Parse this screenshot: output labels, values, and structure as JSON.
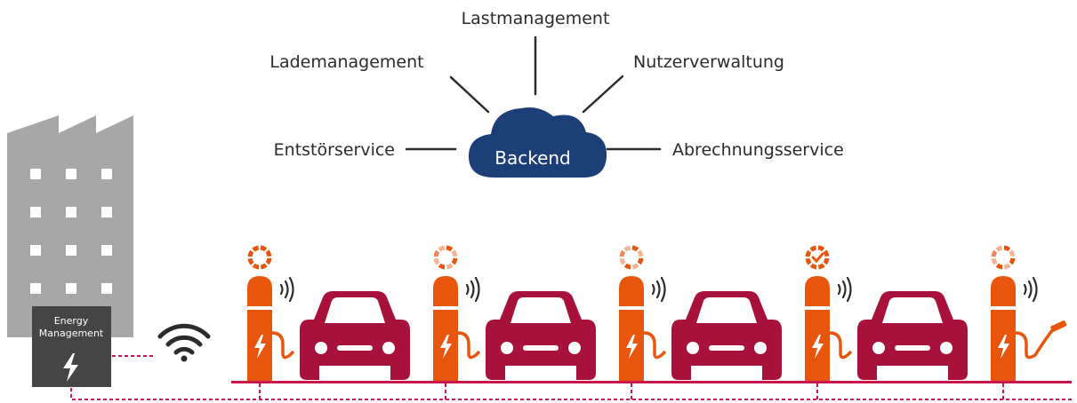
{
  "backend": {
    "label": "Backend"
  },
  "services": {
    "top": "Lastmanagement",
    "top_left": "Lademanagement",
    "top_right": "Nutzerverwaltung",
    "left": "Entstörservice",
    "right": "Abrechnungsservice"
  },
  "energy_box": {
    "line1": "Energy",
    "line2": "Management"
  },
  "stations": [
    {
      "status": "ring-dark",
      "has_car": true
    },
    {
      "status": "ring-light",
      "has_car": true
    },
    {
      "status": "ring-light",
      "has_car": true
    },
    {
      "status": "ring-check",
      "has_car": true
    },
    {
      "status": "ring-light",
      "has_car": false
    }
  ],
  "colors": {
    "cloud": "#1c3f77",
    "station": "#e8560e",
    "car": "#a8123a",
    "ground": "#c8184b",
    "building": "#a7a7a7",
    "energy_box": "#454545",
    "connection": "#c8184b"
  }
}
